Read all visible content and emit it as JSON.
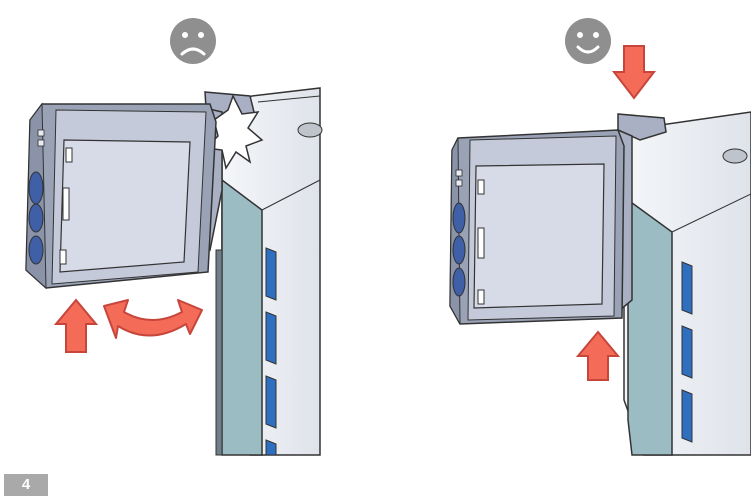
{
  "page_number": "4",
  "panels": [
    {
      "id": "incorrect",
      "face": "sad-face-icon",
      "meaning": "incorrect",
      "arrows": [
        "up-arrow-icon",
        "rotate-arrow-icon"
      ]
    },
    {
      "id": "correct",
      "face": "happy-face-icon",
      "meaning": "correct",
      "arrows": [
        "down-arrow-icon",
        "up-arrow-icon"
      ]
    }
  ],
  "colors": {
    "face": "#8f8f8f",
    "arrow_fill": "#f46b57",
    "arrow_stroke": "#c7463c",
    "device_body": "#d7dbe8",
    "device_frame": "#9aa2b6",
    "device_buttons": "#3f5fa6",
    "clip": "#a9b0c3",
    "wall_panel": "#e8ebf0",
    "wall_window": "#9cbcc4",
    "wall_stripes": "#2f6fc0",
    "page_box": "#a9a9a9"
  }
}
